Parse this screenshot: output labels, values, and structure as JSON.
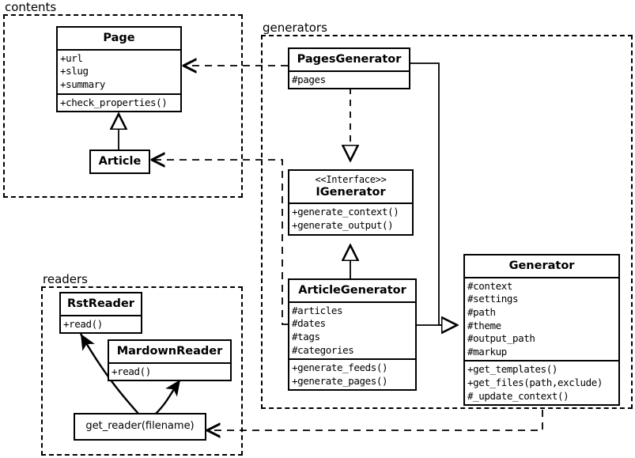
{
  "diagram": {
    "kind": "uml-class-diagram",
    "background": "#ffffff",
    "stroke": "#000000"
  },
  "packages": [
    {
      "id": "contents",
      "label": "contents"
    },
    {
      "id": "generators",
      "label": "generators"
    },
    {
      "id": "readers",
      "label": "readers"
    }
  ],
  "classes": {
    "page": {
      "name": "Page",
      "attributes": [
        "+url",
        "+slug",
        "+summary"
      ],
      "methods": [
        "+check_properties()"
      ]
    },
    "article": {
      "name": "Article",
      "attributes": [],
      "methods": []
    },
    "pages_generator": {
      "name": "PagesGenerator",
      "attributes": [
        "#pages"
      ],
      "methods": []
    },
    "igenerator": {
      "stereotype": "<<Interface>>",
      "name": "IGenerator",
      "attributes": [],
      "methods": [
        "+generate_context()",
        "+generate_output()"
      ]
    },
    "article_generator": {
      "name": "ArticleGenerator",
      "attributes": [
        "#articles",
        "#dates",
        "#tags",
        "#categories"
      ],
      "methods": [
        "+generate_feeds()",
        "+generate_pages()"
      ]
    },
    "generator": {
      "name": "Generator",
      "attributes": [
        "#context",
        "#settings",
        "#path",
        "#theme",
        "#output_path",
        "#markup"
      ],
      "methods": [
        "+get_templates()",
        "+get_files(path,exclude)",
        "#_update_context()"
      ]
    },
    "rst_reader": {
      "name": "RstReader",
      "attributes": [],
      "methods": [
        "+read()"
      ]
    },
    "mardown_reader": {
      "name": "MardownReader",
      "attributes": [],
      "methods": [
        "+read()"
      ]
    },
    "get_reader": {
      "name": "get_reader(filename)",
      "attributes": [],
      "methods": []
    }
  },
  "relationships": [
    {
      "id": "article-inherits-page",
      "type": "generalization",
      "from": "article",
      "to": "page"
    },
    {
      "id": "pagesgen-realizes-igenerator",
      "type": "realization",
      "from": "pages_generator",
      "to": "igenerator"
    },
    {
      "id": "articlegen-inherits-igen",
      "type": "generalization",
      "from": "article_generator",
      "to": "igenerator"
    },
    {
      "id": "pagesgen-inherits-generator",
      "type": "generalization",
      "from": "pages_generator",
      "to": "generator"
    },
    {
      "id": "articlegen-inherits-generator",
      "type": "generalization",
      "from": "article_generator",
      "to": "generator"
    },
    {
      "id": "pagesgen-uses-page",
      "type": "dependency",
      "from": "pages_generator",
      "to": "page"
    },
    {
      "id": "articlegen-uses-article",
      "type": "dependency",
      "from": "article_generator",
      "to": "article"
    },
    {
      "id": "generator-uses-get-reader",
      "type": "dependency",
      "from": "generator",
      "to": "get_reader"
    },
    {
      "id": "get-reader-returns-rst",
      "type": "association",
      "from": "get_reader",
      "to": "rst_reader"
    },
    {
      "id": "get-reader-returns-mardown",
      "type": "association",
      "from": "get_reader",
      "to": "mardown_reader"
    }
  ]
}
